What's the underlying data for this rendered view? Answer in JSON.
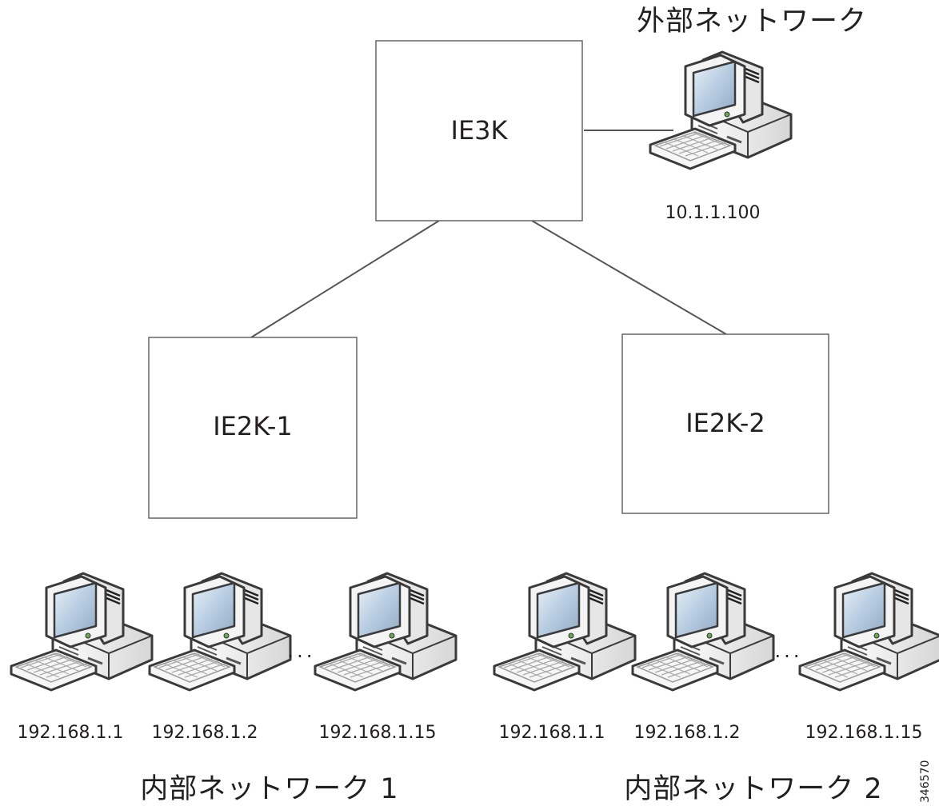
{
  "core_switch": {
    "label": "IE3K"
  },
  "edge_switches": [
    {
      "label": "IE2K-1"
    },
    {
      "label": "IE2K-2"
    }
  ],
  "external_network": {
    "label": "外部ネットワーク",
    "host_ip": "10.1.1.100"
  },
  "internal_networks": [
    {
      "label": "内部ネットワーク 1",
      "hosts": [
        "192.168.1.1",
        "192.168.1.2",
        "192.168.1.15"
      ],
      "ellipsis": "..."
    },
    {
      "label": "内部ネットワーク 2",
      "hosts": [
        "192.168.1.1",
        "192.168.1.2",
        "192.168.1.15"
      ],
      "ellipsis": "..."
    }
  ],
  "figure_id": "346570",
  "icons": {
    "host": "desktop-computer-icon"
  },
  "colors": {
    "line": "#555555",
    "box_stroke": "#666666",
    "computer_body": "#f2f2f2",
    "computer_outline": "#3a3a3a",
    "screen": "#c9d8e8",
    "text": "#231f20"
  }
}
